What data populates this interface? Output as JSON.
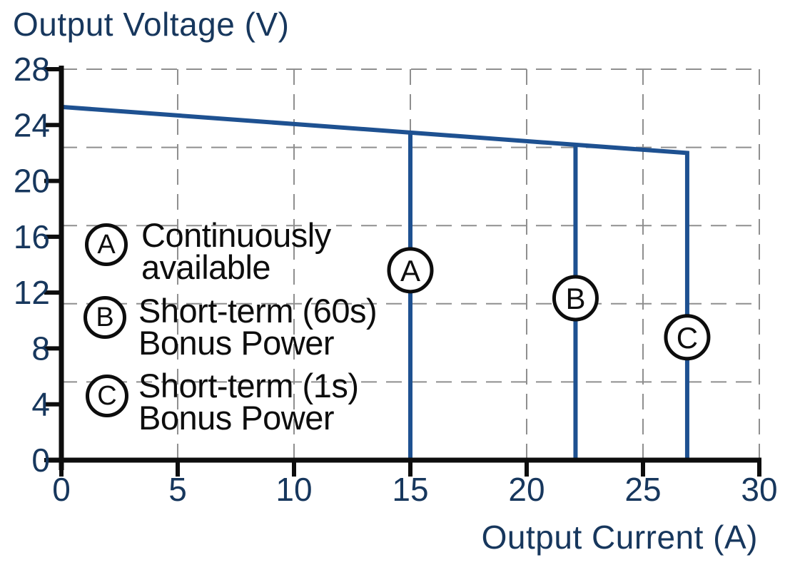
{
  "colors": {
    "navy": "#17375d",
    "line_blue": "#1e5191",
    "grid_gray": "#8f8f8f",
    "ink": "#0d0d0d",
    "background": "#ffffff"
  },
  "chart_data": {
    "type": "line",
    "xlabel": "Output Current (A)",
    "ylabel": "Output Voltage (V)",
    "x_range": [
      0,
      30
    ],
    "y_range": [
      0,
      28
    ],
    "x_ticks": [
      0,
      5,
      10,
      15,
      20,
      25,
      30
    ],
    "y_ticks": [
      0,
      4,
      8,
      12,
      16,
      20,
      24,
      28
    ],
    "x_gridlines": [
      5,
      10,
      15,
      20,
      25,
      30
    ],
    "y_gridlines": [
      5.6,
      11.2,
      16.8,
      22.4,
      28
    ],
    "grid_style": "dashed",
    "series": [
      {
        "name": "voltage-envelope",
        "points": [
          [
            0,
            25.3
          ],
          [
            26.9,
            22.0
          ],
          [
            26.9,
            0
          ]
        ]
      },
      {
        "name": "limit-a-continuous",
        "points": [
          [
            15,
            23.45
          ],
          [
            15,
            0
          ]
        ]
      },
      {
        "name": "limit-b-60s-bonus",
        "points": [
          [
            22.1,
            22.6
          ],
          [
            22.1,
            0
          ]
        ]
      }
    ],
    "markers": [
      {
        "label": "A",
        "x": 15,
        "y": 13.6
      },
      {
        "label": "B",
        "x": 22.1,
        "y": 11.6
      },
      {
        "label": "C",
        "x": 26.9,
        "y": 8.8
      }
    ]
  },
  "legend": {
    "items": [
      {
        "letter": "A",
        "line1": "Continuously",
        "line2": "available"
      },
      {
        "letter": "B",
        "line1": "Short-term (60s)",
        "line2": "Bonus Power"
      },
      {
        "letter": "C",
        "line1": "Short-term (1s)",
        "line2": "Bonus Power"
      }
    ]
  }
}
